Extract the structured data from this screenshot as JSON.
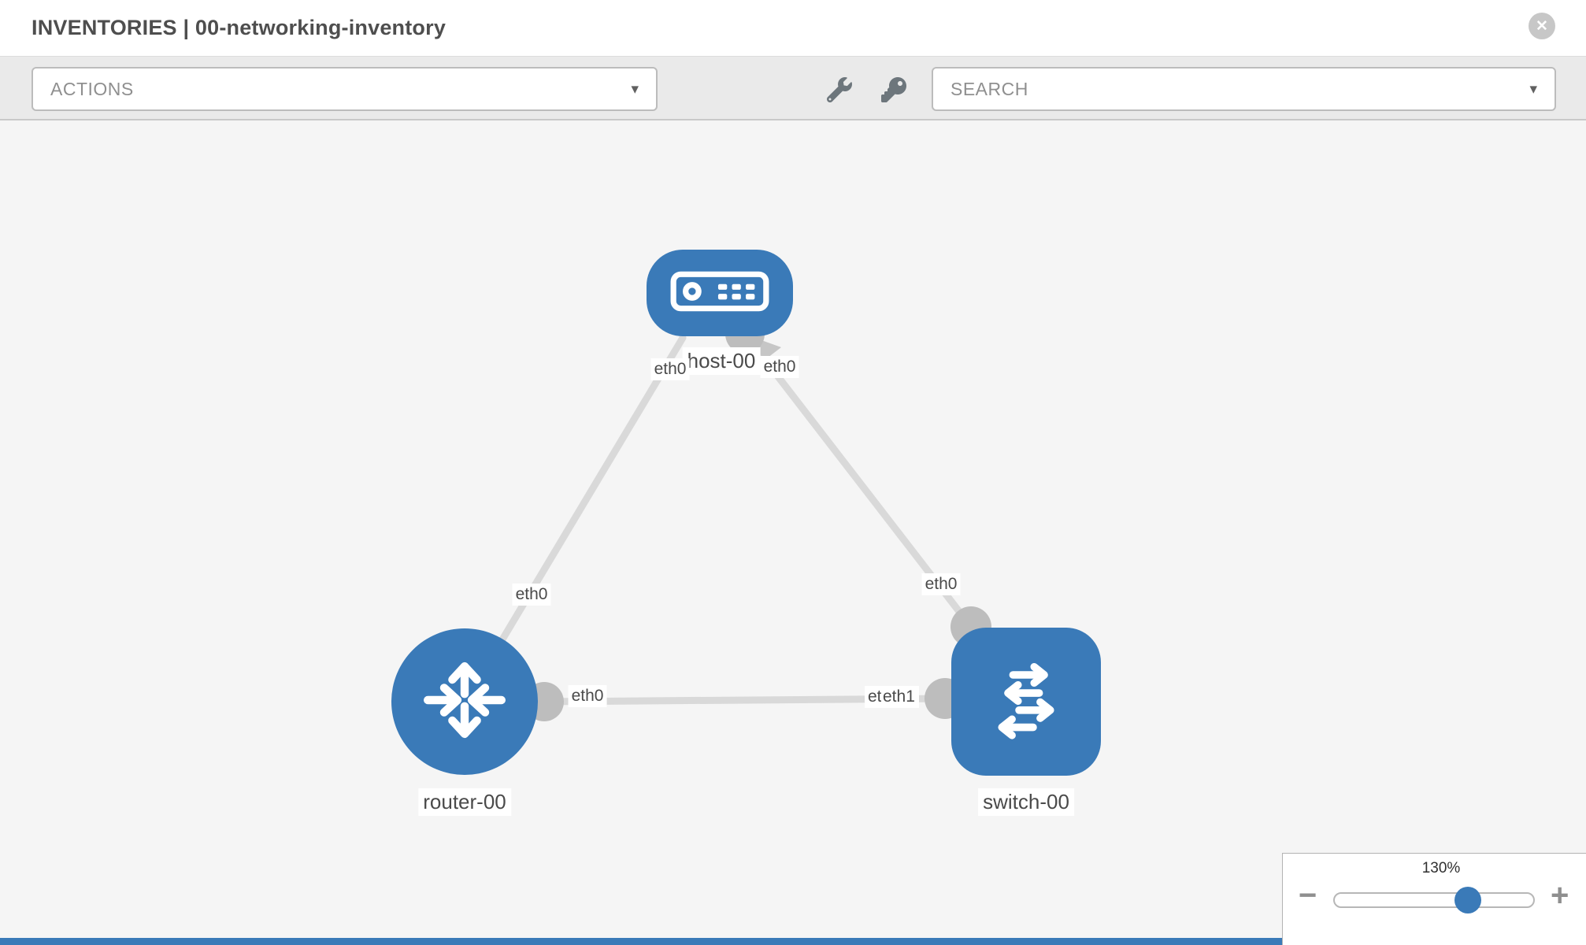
{
  "header": {
    "title": "INVENTORIES | 00-networking-inventory",
    "close_icon": "✕"
  },
  "toolbar": {
    "actions_label": "ACTIONS",
    "search_label": "SEARCH",
    "caret_icon": "▾",
    "wrench_icon": "wrench",
    "key_icon": "key"
  },
  "diagram": {
    "nodes": {
      "host": {
        "label": "host-00",
        "type": "host"
      },
      "router": {
        "label": "router-00",
        "type": "router"
      },
      "switch": {
        "label": "switch-00",
        "type": "switch"
      }
    },
    "edges": [
      {
        "from": "host-00",
        "to": "router-00",
        "from_interface": "eth0",
        "to_interface": "eth0"
      },
      {
        "from": "host-00",
        "to": "switch-00",
        "from_interface": "eth0",
        "to_interface": "eth0"
      },
      {
        "from": "router-00",
        "to": "switch-00",
        "from_interface": "eth0",
        "to_interface": "eth1"
      }
    ],
    "interface_labels": {
      "host_left": "eth0",
      "host_right": "eth0",
      "router_upper": "eth0",
      "switch_upper": "eth0",
      "router_right": "eth0",
      "switch_left_hidden": "eth0",
      "switch_left": "eth1"
    }
  },
  "zoom_control": {
    "percent": "130%",
    "minus_icon": "−",
    "plus_icon": "+"
  },
  "colors": {
    "accent": "#3a7ab8",
    "edge": "#d9d9d9",
    "port": "#bdbdbd",
    "canvas_bg": "#f5f5f5",
    "toolbar_bg": "#eaeaea",
    "label_text": "#4a4a4a",
    "muted_text": "#8f8f8f",
    "icon_gray": "#6d767c",
    "close_gray": "#c7c7c7",
    "title_text": "#4e4e4e"
  }
}
